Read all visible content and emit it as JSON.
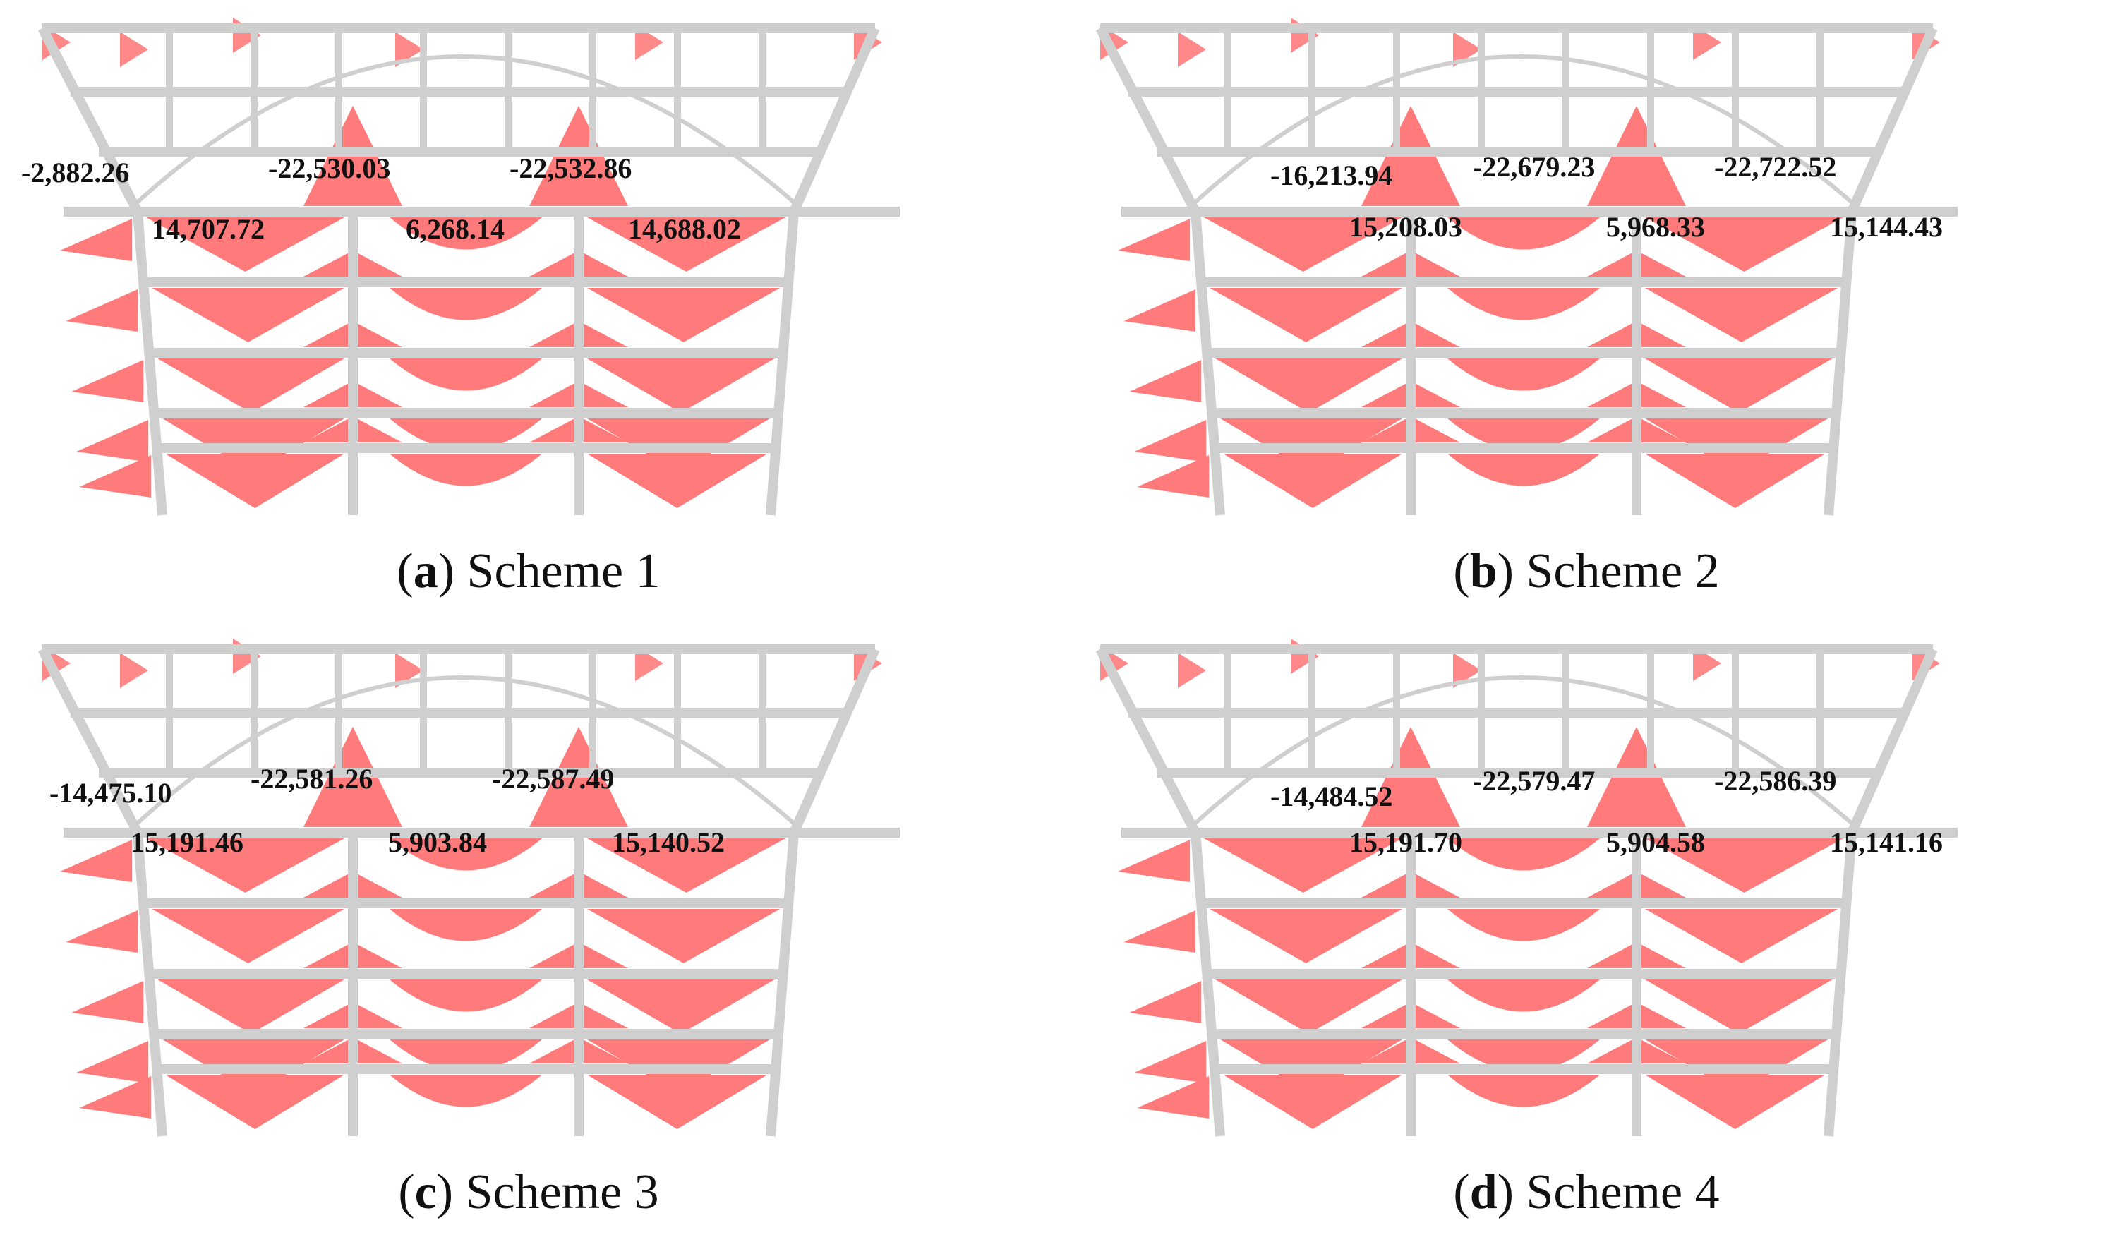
{
  "colors": {
    "frame": "#cfcfcf",
    "moment_fill": "#ff7b7b",
    "text": "#111111",
    "background": "#ffffff"
  },
  "panels": [
    {
      "label": "a",
      "caption": "Scheme 1",
      "values": {
        "left_support": "-2,882.26",
        "left_column_top": "-22,530.03",
        "right_column_top": "-22,532.86",
        "left_span": "14,707.72",
        "middle_span": "6,268.14",
        "right_span": "14,688.02"
      }
    },
    {
      "label": "b",
      "caption": "Scheme 2",
      "values": {
        "left_support": "-16,213.94",
        "left_column_top": "-22,679.23",
        "right_column_top": "-22,722.52",
        "left_span": "15,208.03",
        "middle_span": "5,968.33",
        "right_span": "15,144.43"
      }
    },
    {
      "label": "c",
      "caption": "Scheme 3",
      "values": {
        "left_support": "-14,475.10",
        "left_column_top": "-22,581.26",
        "right_column_top": "-22,587.49",
        "left_span": "15,191.46",
        "middle_span": "5,903.84",
        "right_span": "15,140.52"
      }
    },
    {
      "label": "d",
      "caption": "Scheme 4",
      "values": {
        "left_support": "-14,484.52",
        "left_column_top": "-22,579.47",
        "right_column_top": "-22,586.39",
        "left_span": "15,191.70",
        "middle_span": "5,904.58",
        "right_span": "15,141.16"
      }
    }
  ]
}
